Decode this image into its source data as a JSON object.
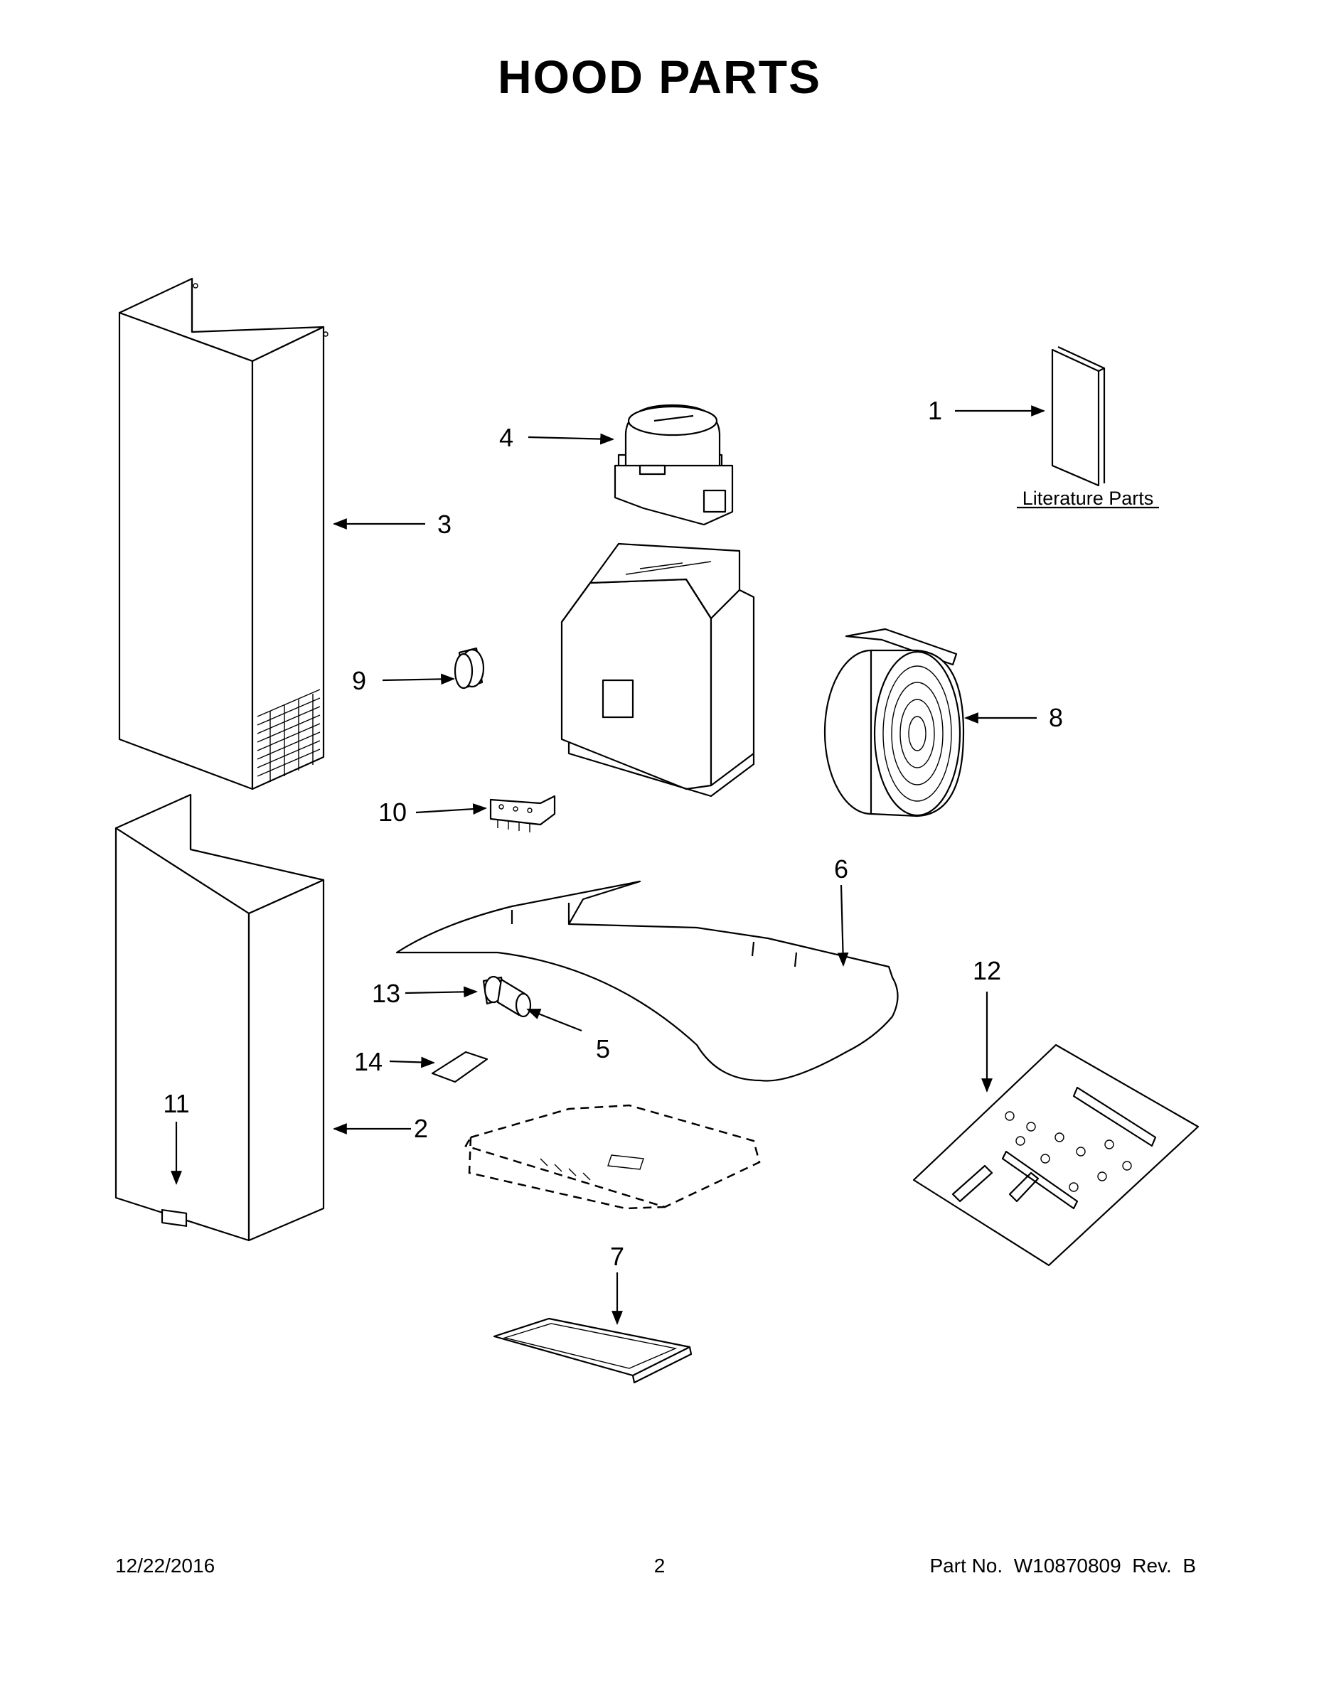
{
  "title": "HOOD PARTS",
  "literature_label": "Literature Parts",
  "callouts": [
    "1",
    "2",
    "3",
    "4",
    "5",
    "6",
    "7",
    "8",
    "9",
    "10",
    "11",
    "12",
    "13",
    "14"
  ],
  "footer": {
    "date": "12/22/2016",
    "page": "2",
    "part": "Part No.  W10870809  Rev.  B"
  }
}
